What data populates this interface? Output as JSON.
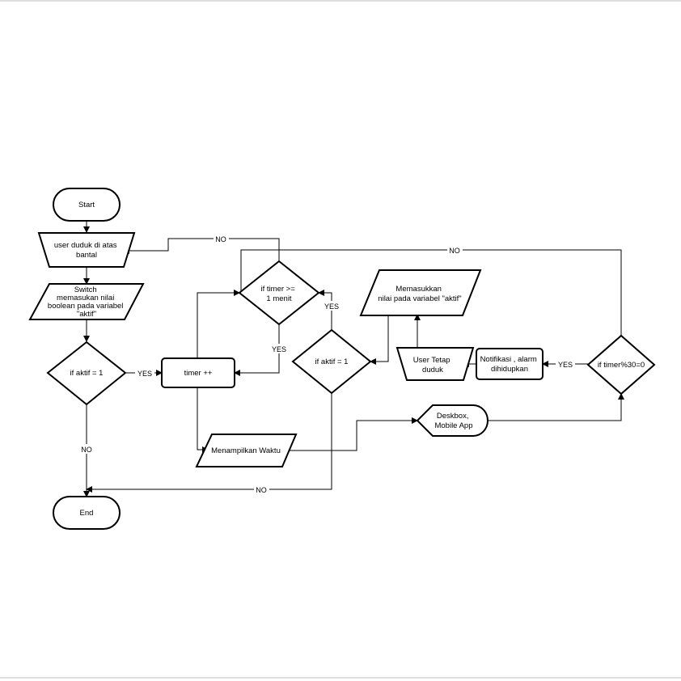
{
  "nodes": {
    "start": [
      "Start"
    ],
    "user_duduk": [
      "user duduk di atas",
      "bantal"
    ],
    "switch": [
      "Switch",
      "memasukan nilai",
      "boolean pada variabel",
      "\"aktif\""
    ],
    "if_aktif_1": [
      "if aktif = 1"
    ],
    "timer_inc": [
      "timer ++"
    ],
    "if_timer_menit": [
      "if timer >=",
      "1 menit"
    ],
    "if_aktif_2": [
      "if aktif = 1"
    ],
    "menampilkan": [
      "Menampilkan Waktu"
    ],
    "end": [
      "End"
    ],
    "memasukkan": [
      "Memasukkan",
      "nilai pada variabel \"aktif\""
    ],
    "user_tetap": [
      "User Tetap",
      "duduk"
    ],
    "notifikasi": [
      "Notifikasi , alarm",
      "dihidupkan"
    ],
    "if_timer_mod": [
      "if timer%30=0"
    ],
    "deskbox": [
      "Deskbox,",
      "Mobile App"
    ]
  },
  "edge_labels": {
    "yes_aktif_timer": "YES",
    "no_aktif_end": "NO",
    "no_timer_user": "NO",
    "yes_timer_menit": "YES",
    "yes_aktif2": "YES",
    "no_aktif2_end": "NO",
    "no_mod_user": "NO",
    "yes_mod_notif": "YES"
  }
}
